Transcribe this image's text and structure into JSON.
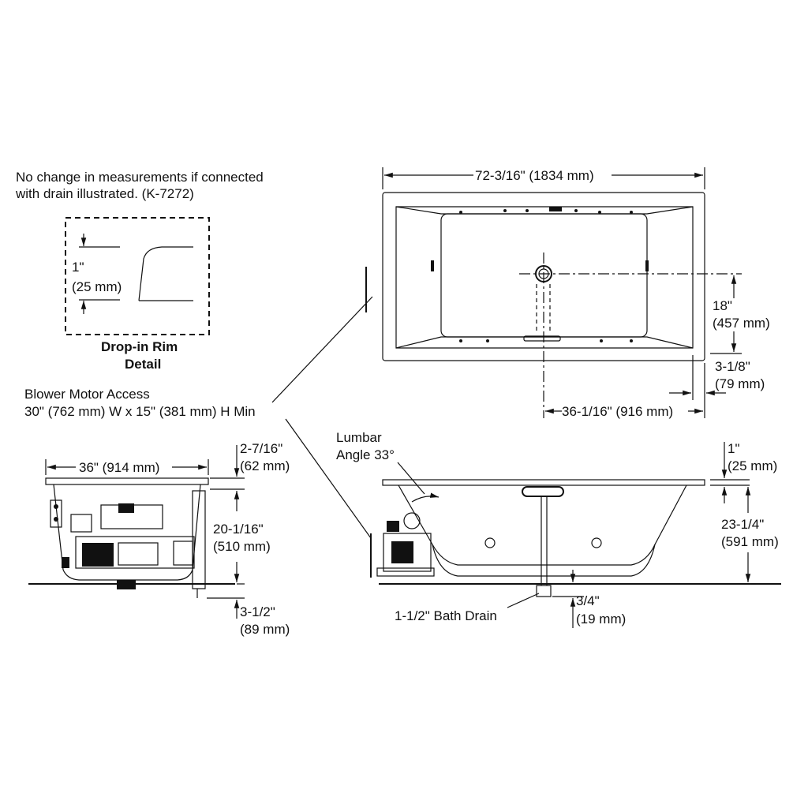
{
  "notes": {
    "drain_line1": "No change in measurements if connected",
    "drain_line2": "with drain illustrated. (K-7272)"
  },
  "rim_detail": {
    "dim_in": "1\"",
    "dim_mm": "(25 mm)",
    "title_line1": "Drop-in Rim",
    "title_line2": "Detail"
  },
  "blower": {
    "line1": "Blower Motor Access",
    "line2": "30\" (762 mm) W x 15\" (381 mm) H Min"
  },
  "plan_view": {
    "overall_width": "72-3/16\" (1834 mm)",
    "drain_depth_in": "18\"",
    "drain_depth_mm": "(457 mm)",
    "rim_offset_in": "3-1/8\"",
    "rim_offset_mm": "(79 mm)",
    "drain_center": "36-1/16\" (916 mm)"
  },
  "end_view": {
    "width": "36\" (914 mm)",
    "rim_in": "2-7/16\"",
    "rim_mm": "(62 mm)",
    "height_in": "20-1/16\"",
    "height_mm": "(510 mm)",
    "base_in": "3-1/2\"",
    "base_mm": "(89 mm)"
  },
  "side_view": {
    "lumbar_line1": "Lumbar",
    "lumbar_line2": "Angle 33°",
    "rim_in": "1\"",
    "rim_mm": "(25 mm)",
    "height_in": "23-1/4\"",
    "height_mm": "(591 mm)",
    "drain_label": "1-1/2\" Bath Drain",
    "drop_in": "3/4\"",
    "drop_mm": "(19 mm)"
  }
}
